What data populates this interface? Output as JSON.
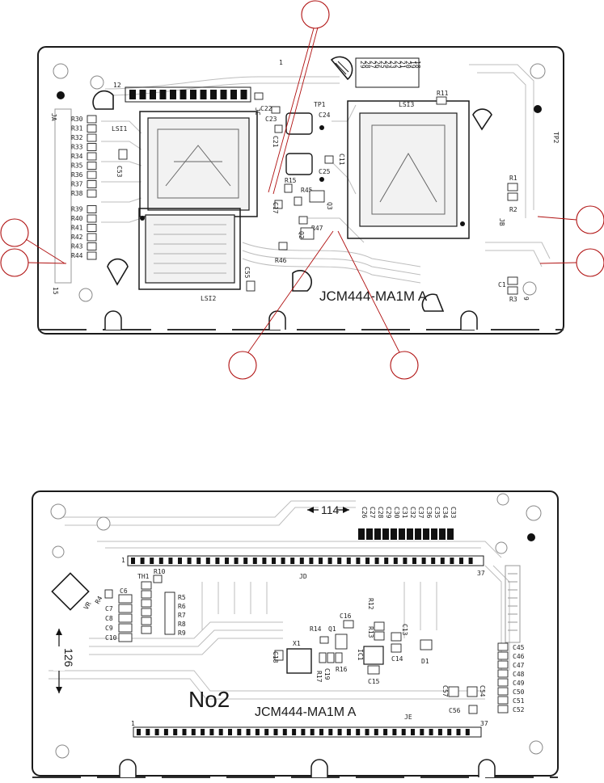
{
  "board_top": {
    "model": "JCM444-MA1M A",
    "chips": {
      "lsi1": "LSI1",
      "lsi2": "LSI2",
      "lsi3": "LSI3"
    },
    "connectors": {
      "ja": "JA",
      "jb": "JB",
      "jc": "JC",
      "num_left": "12",
      "num_one": "1",
      "num_15": "15",
      "num_9": "9"
    },
    "testpoints": {
      "tp1": "TP1",
      "tp2": "TP2"
    },
    "left_resistors": [
      "R30",
      "R31",
      "R32",
      "R33",
      "R34",
      "R35",
      "R36",
      "R37",
      "R38",
      "R39",
      "R40",
      "R41",
      "R42",
      "R43",
      "R44"
    ],
    "parts": {
      "c22": "C22",
      "c23": "C23",
      "c24": "C24",
      "c21": "C21",
      "c25": "C25",
      "c11": "C11",
      "c17": "C17",
      "c53": "C53",
      "c55": "C55",
      "c1": "C1",
      "r11": "R11",
      "r15": "R15",
      "r45": "R45",
      "r47": "R47",
      "r46": "R46",
      "q2": "Q2",
      "q3": "Q3",
      "r1": "R1",
      "r2": "R2",
      "r3": "R3"
    },
    "jc_pins": [
      "29",
      "28",
      "27",
      "26",
      "25",
      "24",
      "23",
      "22",
      "21",
      "20",
      "19",
      "18"
    ]
  },
  "board_bottom": {
    "label": "No2",
    "model": "JCM444-MA1M A",
    "dim_width": "114",
    "dim_height": "126",
    "connectors": {
      "jd": "JD",
      "je": "JE",
      "pin1_top": "1",
      "pin37_top": "37",
      "pin1_bot": "1",
      "pin37_bot": "37"
    },
    "top_caps": [
      "C26",
      "C27",
      "C28",
      "C29",
      "C30",
      "C31",
      "C32",
      "C37",
      "C36",
      "C35",
      "C34",
      "C33"
    ],
    "right_caps": [
      "C45",
      "C46",
      "C47",
      "C48",
      "C49",
      "C50",
      "C51",
      "C52"
    ],
    "left_caps": [
      "C6",
      "C7",
      "C8",
      "C9",
      "C10"
    ],
    "resistors_mid": [
      "R5",
      "R6",
      "R7",
      "R8",
      "R9"
    ],
    "parts": {
      "vr": "VR",
      "r4": "R4",
      "th1": "TH1",
      "r10": "R10",
      "r14": "R14",
      "q1": "Q1",
      "c16": "C16",
      "r12": "R12",
      "r13": "R13",
      "ic1": "IC1",
      "c13": "C13",
      "c14": "C14",
      "d1": "D1",
      "x1": "X1",
      "c18": "C18",
      "r17": "R17",
      "c19": "C19",
      "r16": "R16",
      "c15": "C15",
      "c57": "C57",
      "c56": "C56",
      "c54": "C54"
    }
  },
  "colors": {
    "callout": "#b01010",
    "board": "#ffffff",
    "outline": "#1a1a1a"
  }
}
